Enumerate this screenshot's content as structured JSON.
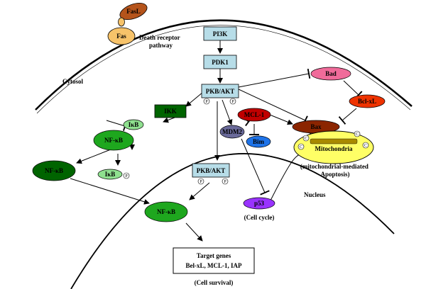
{
  "nodes": {
    "fasl": "FasL",
    "fas": "Fas",
    "death_receptor": "Death receptor\npathway",
    "cytosol": "Cytosol",
    "pi3k": "PI3K",
    "pdk1": "PDK1",
    "pkb_akt": "PKB/AKT",
    "pkb_akt_nuclear": "PKB/AKT",
    "phospho": "P",
    "ikk": "IKK",
    "ikb_top": "IκB",
    "nfkb_top": "NF-κB",
    "nfkb_left": "NF-κB",
    "ikb_mid": "IκB",
    "nfkb_nucleus": "NF-κB",
    "mdm2": "MDM2",
    "mcl1": "MCL-1",
    "bim": "Bim",
    "bad": "Bad",
    "bclxl": "Bcl-xL",
    "bax": "Bax",
    "mitochondria": "Mitochondria",
    "mito_apoptosis": "(mitochondrial-mediated\nApoptosis)",
    "nucleus": "Nucleus",
    "p53": "p53",
    "cell_cycle": "(Cell cycle)",
    "target_genes_title": "Target genes",
    "target_genes_list": "Bel-xL, MCL-1, IAP",
    "cell_survival": "(Cell survival)",
    "cyt_c": "C"
  },
  "colors": {
    "akt_box": "#b7dde8",
    "dark_green": "#006400",
    "green": "#1ea71e",
    "light_green": "#8fe08f",
    "fasl": "#b5541b",
    "fas": "#f7c36a",
    "mdm2": "#6a6a9a",
    "mcl1": "#c00000",
    "bim": "#1e73e8",
    "bad": "#f06b9a",
    "bclxl": "#ee3300",
    "bax": "#8b2500",
    "mito": "#ffff66",
    "p53": "#9933ff"
  }
}
